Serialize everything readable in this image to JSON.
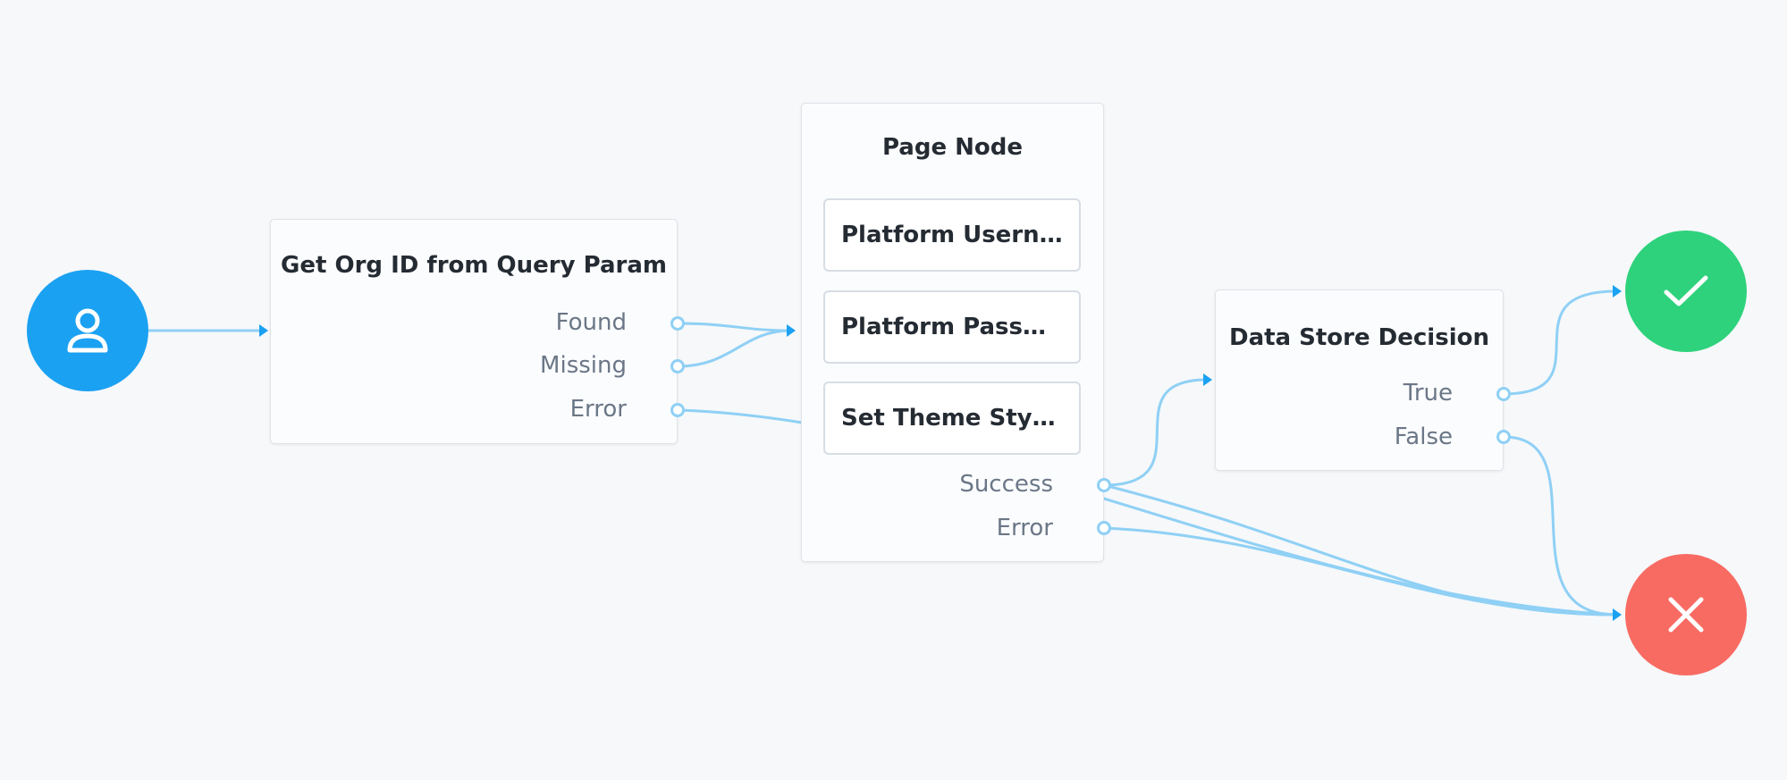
{
  "colors": {
    "background": "#f6f8fa",
    "start": "#1ba1f2",
    "success": "#2fd27c",
    "failure": "#f86b62",
    "connector": "#8fd0f5"
  },
  "start_node": {
    "icon": "user-icon"
  },
  "nodes": {
    "get_org": {
      "title": "Get Org ID from Query Param",
      "outcomes": [
        "Found",
        "Missing",
        "Error"
      ]
    },
    "page_node": {
      "title": "Page Node",
      "children": [
        "Platform Userna...",
        "Platform Passw...",
        "Set Theme Styling"
      ],
      "outcomes": [
        "Success",
        "Error"
      ]
    },
    "data_store": {
      "title": "Data Store Decision",
      "outcomes": [
        "True",
        "False"
      ]
    }
  },
  "success_node": {
    "icon": "checkmark-icon"
  },
  "failure_node": {
    "icon": "x-icon"
  }
}
